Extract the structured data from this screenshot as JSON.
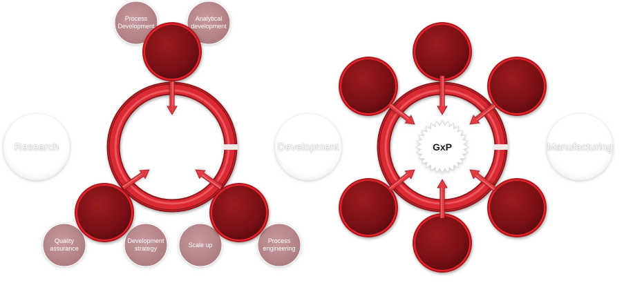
{
  "stages": [
    {
      "id": "research",
      "label": "Research"
    },
    {
      "id": "development",
      "label": "Development"
    },
    {
      "id": "manufacturing",
      "label": "Manufacturing"
    }
  ],
  "left_cycle": {
    "satellite_labels": [
      {
        "id": "process-development",
        "text": "Process\nDevelopment"
      },
      {
        "id": "analytical-development",
        "text": "Analytical\ndevelopment"
      },
      {
        "id": "quality-assurance",
        "text": "Quality\nassurance"
      },
      {
        "id": "development-strategy",
        "text": "Development\nstrategy"
      },
      {
        "id": "scale-up",
        "text": "Scale up"
      },
      {
        "id": "process-engineering",
        "text": "Process\nengineering"
      }
    ]
  },
  "right_cycle": {
    "center_label": "GxP"
  },
  "colors": {
    "ring_red": "#dc2a33",
    "node_dark": "#7c1116",
    "satellite_pink": "#b98387",
    "stage_circle": "#ffffff"
  }
}
